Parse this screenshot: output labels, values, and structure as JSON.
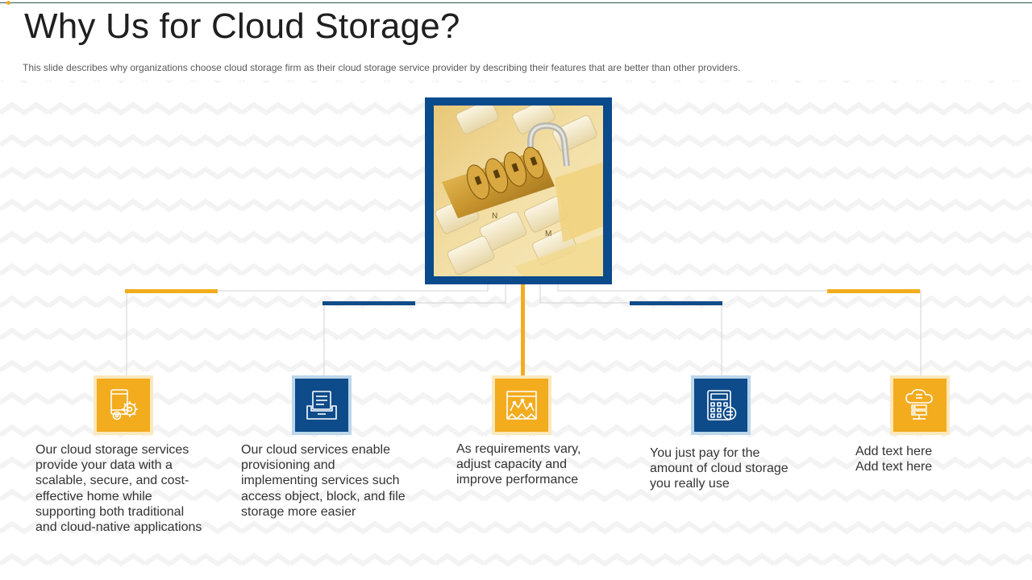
{
  "slide": {
    "title": "Why Us for Cloud Storage?",
    "subtitle": "This slide describes why organizations choose cloud storage firm as their cloud storage service provider  by describing their features that are better than other providers."
  },
  "theme": {
    "accent_yellow": "#f2ac1e",
    "accent_blue": "#0d4b8a",
    "connector_gray": "#d9d9d9"
  },
  "central_image": {
    "icon": "padlock-on-keyboard-photo"
  },
  "features": [
    {
      "icon": "settings-screen-icon",
      "color": "yellow",
      "lines": [
        "Our cloud storage services",
        "provide your data with a",
        "scalable, secure, and cost-",
        "effective home while",
        "supporting both traditional",
        "and cloud-native applications"
      ]
    },
    {
      "icon": "document-tray-icon",
      "color": "blue",
      "lines": [
        "Our cloud services enable",
        "provisioning and",
        "implementing services such",
        "access object, block, and file",
        "storage more easier"
      ]
    },
    {
      "icon": "performance-chart-icon",
      "color": "yellow",
      "lines": [
        "As requirements vary,",
        "adjust capacity and",
        "improve performance"
      ]
    },
    {
      "icon": "calculator-icon",
      "color": "blue",
      "lines": [
        "You just pay for the",
        "amount of cloud storage",
        "you really use"
      ]
    },
    {
      "icon": "cloud-server-icon",
      "color": "yellow",
      "lines": [
        "Add text here",
        "Add text here"
      ]
    }
  ]
}
